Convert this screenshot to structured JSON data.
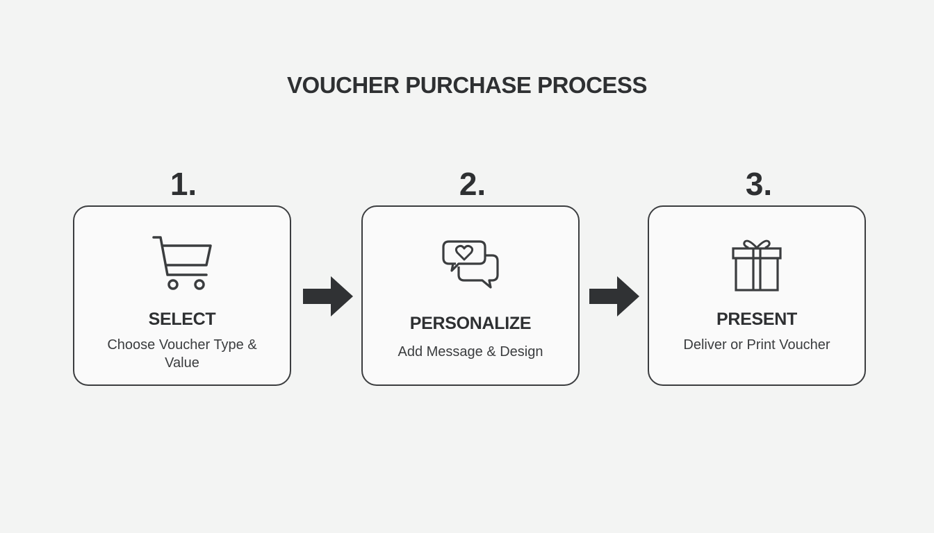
{
  "title": "VOUCHER PURCHASE PROCESS",
  "steps": [
    {
      "number": "1.",
      "icon": "shopping-cart-icon",
      "title": "SELECT",
      "description": "Choose Voucher Type & Value"
    },
    {
      "number": "2.",
      "icon": "chat-heart-icon",
      "title": "PERSONALIZE",
      "description": "Add Message & Design"
    },
    {
      "number": "3.",
      "icon": "gift-icon",
      "title": "PRESENT",
      "description": "Deliver or Print Voucher"
    }
  ],
  "colors": {
    "stroke": "#3b3d3f",
    "text": "#2e3032",
    "background": "#f3f4f3",
    "card": "#fafafa"
  }
}
